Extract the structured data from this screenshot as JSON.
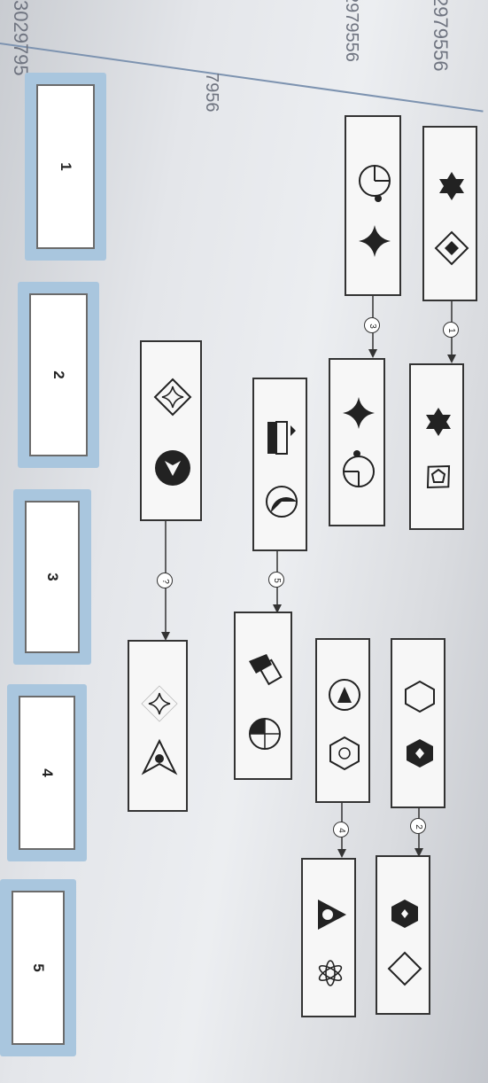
{
  "watermarks": [
    "3029795",
    "2979556",
    "7956",
    "2979556"
  ],
  "steps": {
    "s1": "1",
    "s2": "2",
    "s3": "3",
    "s4": "4",
    "s5": "5",
    "unknown": "?"
  },
  "answers": [
    {
      "label": "1"
    },
    {
      "label": "2"
    },
    {
      "label": "3"
    },
    {
      "label": "4"
    },
    {
      "label": "5"
    }
  ],
  "colors": {
    "answer_frame": "#a9c6de",
    "ink": "#222222"
  },
  "icons": [
    "star6-icon",
    "diamond-dot-icon",
    "pentagon-icon",
    "circle-quarter-icon",
    "four-point-star-icon",
    "hexagon-solid-icon",
    "diamond-icon",
    "circle-triangle-icon",
    "hexagon-flower-icon",
    "triangle-dot-icon",
    "flower-icon",
    "t-shape-icon",
    "circle-half-icon",
    "circle-quarter-solid-icon",
    "circle-arrowhead-icon",
    "diamond-star-icon",
    "arrowhead-dot-icon"
  ]
}
